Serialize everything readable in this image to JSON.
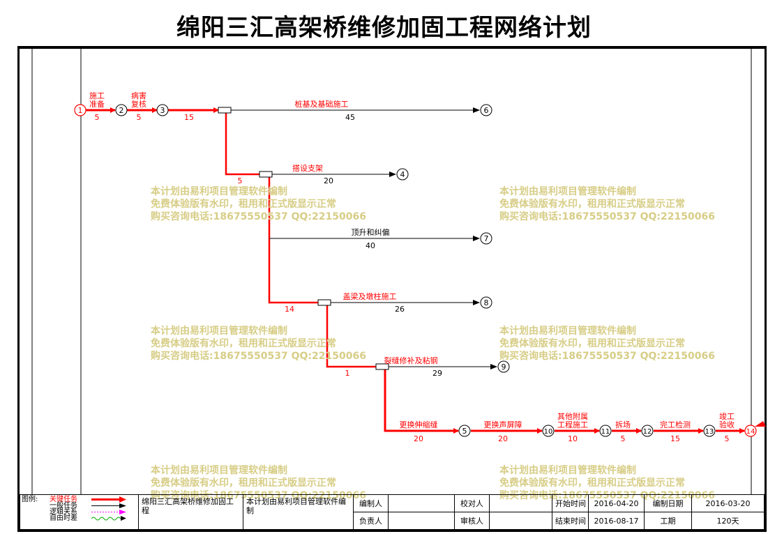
{
  "title": "绵阳三汇高架桥维修加固工程网络计划",
  "colors": {
    "critical": "#ff0000",
    "normal": "#000000",
    "logic": "#ff00ff",
    "float": "#00aa00",
    "watermark": "#d7cd86"
  },
  "nodes": [
    "1",
    "2",
    "3",
    "4",
    "5",
    "6",
    "7",
    "8",
    "9",
    "10",
    "11",
    "12",
    "13",
    "14"
  ],
  "tasks": {
    "t1": {
      "name": "施工准备",
      "name_a": "施工",
      "name_b": "准备",
      "duration": "5"
    },
    "t2": {
      "name": "病害复核",
      "name_a": "病害",
      "name_b": "复核",
      "duration": "5"
    },
    "t3": {
      "name": "",
      "duration": "15"
    },
    "t4": {
      "name": "桩基及基础施工",
      "duration": "45"
    },
    "t5": {
      "name": "",
      "duration": "5"
    },
    "t6": {
      "name": "搭设支架",
      "duration": "20"
    },
    "t7": {
      "name": "顶升和纠偏",
      "duration": "40"
    },
    "t8": {
      "name": "",
      "duration": "14"
    },
    "t9": {
      "name": "盖梁及墩柱施工",
      "duration": "26"
    },
    "t10": {
      "name": "",
      "duration": "1"
    },
    "t11": {
      "name": "裂缝修补及粘钢",
      "duration": "29"
    },
    "t12": {
      "name": "更换伸缩缝",
      "duration": "20"
    },
    "t13": {
      "name": "更换声屏障",
      "duration": "20"
    },
    "t14": {
      "name": "其他附属工程施工",
      "name_a": "其他附属",
      "name_b": "工程施工",
      "duration": "10"
    },
    "t15": {
      "name": "拆场",
      "duration": "5"
    },
    "t16": {
      "name": "完工检测",
      "duration": "15"
    },
    "t17": {
      "name": "竣工验收",
      "name_a": "竣工",
      "name_b": "验收",
      "duration": "5"
    }
  },
  "watermark": {
    "line1": "本计划由易利项目管理软件编制",
    "line2": "免费体验版有水印，租用和正式版显示正常",
    "line3": "购买咨询电话:18675550537 QQ:22150066"
  },
  "legend": {
    "title": "图例:",
    "items": [
      {
        "label": "关键任务",
        "icon": "thick-red-arrow"
      },
      {
        "label": "一般任务",
        "icon": "black-arrow"
      },
      {
        "label": "逻辑关系",
        "icon": "magenta-dotted-arrow"
      },
      {
        "label": "自由时差",
        "icon": "green-wavy-line"
      }
    ]
  },
  "footer": {
    "project_name": "绵阳三汇高架桥维修加固工程",
    "software_note": "本计划由易利项目管理软件编制",
    "editor_label": "编制人",
    "editor_value": "",
    "checker_label": "校对人",
    "checker_value": "",
    "owner_label": "负责人",
    "owner_value": "",
    "reviewer_label": "审核人",
    "reviewer_value": "",
    "start_label": "开始时间",
    "start_value": "2016-04-20",
    "end_label": "结束时间",
    "end_value": "2016-08-17",
    "compile_date_label": "编制日期",
    "compile_date_value": "2016-03-20",
    "duration_label": "工期",
    "duration_value": "120天"
  }
}
